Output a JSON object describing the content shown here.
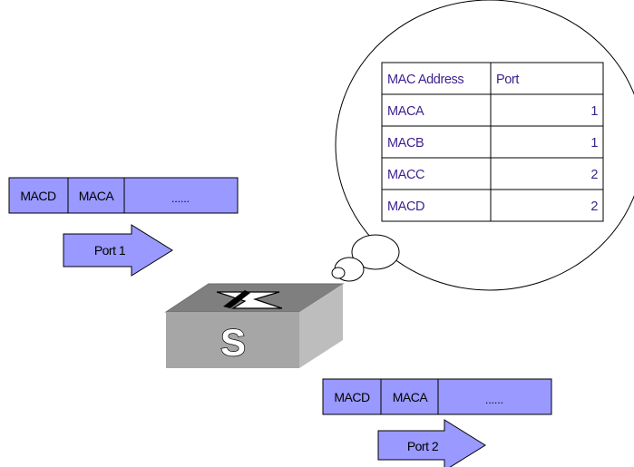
{
  "colors": {
    "frame_fill": "#9999ff",
    "table_text": "#3d1f8f",
    "switch_top": "#7f7f7f",
    "switch_front": "#a6a6a6",
    "switch_side": "#bdbdbd"
  },
  "switch": {
    "label": "S",
    "icon": "crossed-arrows-icon"
  },
  "frame_in": {
    "dest": "MACD",
    "src": "MACA",
    "payload": "......"
  },
  "port_in": {
    "label": "Port 1"
  },
  "frame_out": {
    "dest": "MACD",
    "src": "MACA",
    "payload": "......"
  },
  "port_out": {
    "label": "Port 2"
  },
  "mac_table": {
    "headers": [
      "MAC Address",
      "Port"
    ],
    "rows": [
      {
        "mac": "MACA",
        "port": "1"
      },
      {
        "mac": "MACB",
        "port": "1"
      },
      {
        "mac": "MACC",
        "port": "2"
      },
      {
        "mac": "MACD",
        "port": "2"
      }
    ]
  }
}
